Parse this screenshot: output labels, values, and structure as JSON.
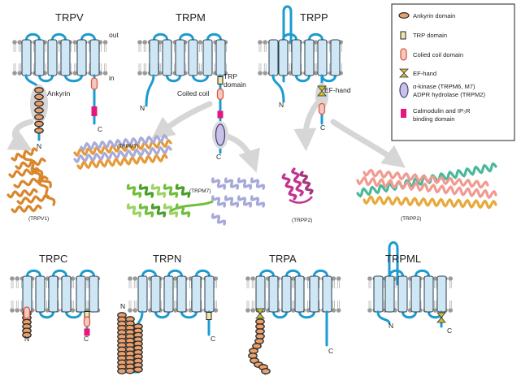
{
  "families": {
    "trpv": "TRPV",
    "trpm": "TRPM",
    "trpp": "TRPP",
    "trpc": "TRPC",
    "trpn": "TRPN",
    "trpa": "TRPA",
    "trpml": "TRPML"
  },
  "membrane": {
    "out": "out",
    "in": "in"
  },
  "termini": {
    "n": "N",
    "c": "C"
  },
  "annotations": {
    "ankyrin": "Ankyrin",
    "trp_domain_1": "TRP",
    "trp_domain_2": "domain",
    "coiled_coil": "Coiled coil",
    "ef_hand": "EF-hand"
  },
  "structure_labels": {
    "trpv1": "(TRPV1)",
    "trpm7_coil": "(TRPM7)",
    "trpm7_kinase": "(TRPM7)",
    "trpp2_ef": "(TRPP2)",
    "trpp2_coil": "(TRPP2)"
  },
  "legend": {
    "ankyrin": "Ankyrin domain",
    "trp": "TRP domain",
    "coiled_coil": "Colied coil domain",
    "ef_hand": "EF-hand",
    "kinase_1": "α-kinase (TRPM6, M7)",
    "kinase_2": "ADPR hydrolase (TRPM2)",
    "calmodulin_1": "Calmodulin and IP₃R",
    "calmodulin_2": "binding domain"
  },
  "colors": {
    "chain": "#1c9bd0",
    "helix_fill": "#cfe6f5",
    "helix_stroke": "#2a3d4c",
    "ankyrin_fill": "#e9a06c",
    "ankyrin_stroke": "#2b2b2b",
    "trp_fill": "#f3e7a8",
    "coil_fill": "#f3c9c3",
    "coil_stroke": "#e0583a",
    "ef_hand": "#d2bc2b",
    "kinase_fill": "#c9c2e6",
    "calmodulin": "#e5177b",
    "arrow": "#d6d6d6",
    "lipid": "#9a9a9a"
  }
}
